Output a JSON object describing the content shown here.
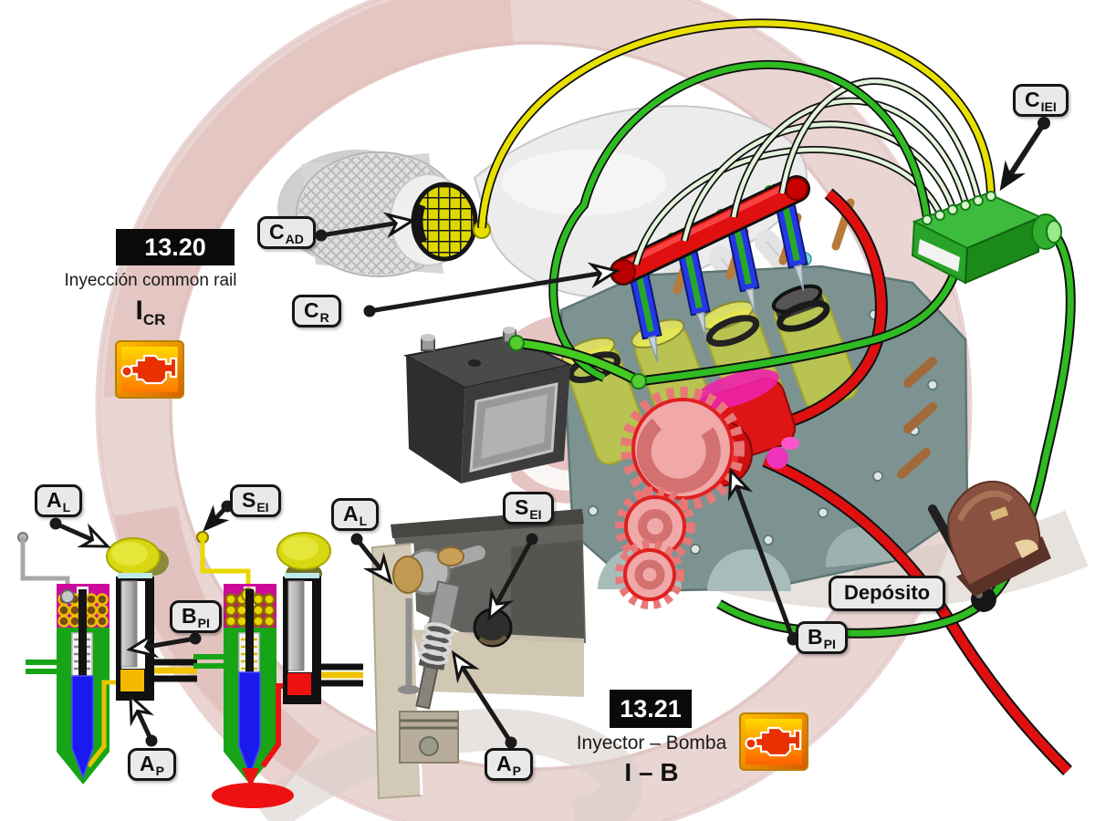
{
  "figure_1320": {
    "number": "13.20",
    "caption": "Inyección  common rail",
    "symbol_main": "I",
    "symbol_sub": "CR"
  },
  "figure_1321": {
    "number": "13.21",
    "caption": "Inyector  –  Bomba",
    "symbol": "I – B"
  },
  "callouts": {
    "cad": {
      "main": "C",
      "sub": "AD"
    },
    "cr": {
      "main": "C",
      "sub": "R"
    },
    "ciei": {
      "main": "C",
      "sub": "IEI"
    },
    "al_left": {
      "main": "A",
      "sub": "L"
    },
    "sei_left": {
      "main": "S",
      "sub": "EI"
    },
    "bpi_left": {
      "main": "B",
      "sub": "PI"
    },
    "ap_left": {
      "main": "A",
      "sub": "P"
    },
    "al_mid": {
      "main": "A",
      "sub": "L"
    },
    "sei_mid": {
      "main": "S",
      "sub": "EI"
    },
    "ap_mid": {
      "main": "A",
      "sub": "P"
    },
    "deposito": {
      "text": "Depósito"
    },
    "bpi_right": {
      "main": "B",
      "sub": "PI"
    }
  },
  "icons": {
    "check_engine": "check-engine-warning"
  },
  "colors": {
    "rail_red": "#e01010",
    "wiring_green": "#33bb22",
    "pale_wire_green": "#ddeedd",
    "sensor_yellow": "#e0d800",
    "ecu_green": "#3dbb3d",
    "label_bg": "#e9e9e9",
    "badge_bg": "#0a0a0a",
    "engine_block_teal": "#7c9391",
    "gear_pink": "#f0a8a8",
    "injector_blue": "#2438e8",
    "solenoid_magenta": "#cc0a99",
    "watermark_pink": "#d8b4b0"
  }
}
